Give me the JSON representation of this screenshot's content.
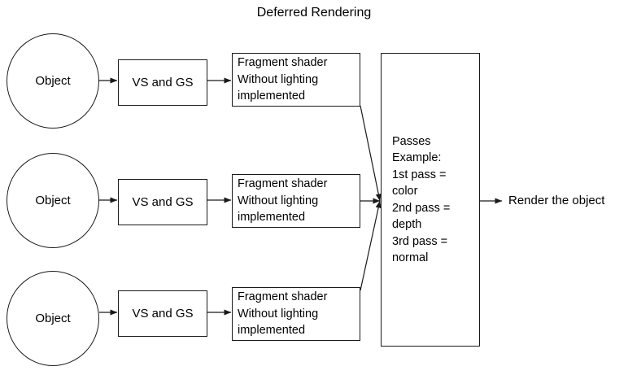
{
  "diagram": {
    "title": "Deferred Rendering",
    "type": "flowchart",
    "background_color": "#ffffff",
    "stroke_color": "#1a1a1a",
    "text_color": "#000000",
    "rows": [
      {
        "source": {
          "label": "Object",
          "shape": "ellipse"
        },
        "stage": {
          "label": "VS and GS",
          "shape": "rectangle"
        },
        "shader": {
          "label": "Fragment shader\nWithout lighting\nimplemented",
          "shape": "rectangle"
        }
      },
      {
        "source": {
          "label": "Object",
          "shape": "ellipse"
        },
        "stage": {
          "label": "VS and GS",
          "shape": "rectangle"
        },
        "shader": {
          "label": "Fragment shader\nWithout lighting\nimplemented",
          "shape": "rectangle"
        }
      },
      {
        "source": {
          "label": "Object",
          "shape": "ellipse"
        },
        "stage": {
          "label": "VS and GS",
          "shape": "rectangle"
        },
        "shader": {
          "label": "Fragment shader\nWithout lighting\nimplemented",
          "shape": "rectangle"
        }
      }
    ],
    "passes": {
      "label": "Passes\nExample:\n1st pass =\ncolor\n2nd pass =\ndepth\n3rd pass =\nnormal",
      "shape": "rectangle",
      "lines": [
        "Passes",
        "Example:",
        "1st pass =",
        "color",
        "2nd pass =",
        "depth",
        "3rd pass =",
        "normal"
      ]
    },
    "output": {
      "label": "Render the object",
      "shape": "text"
    }
  }
}
